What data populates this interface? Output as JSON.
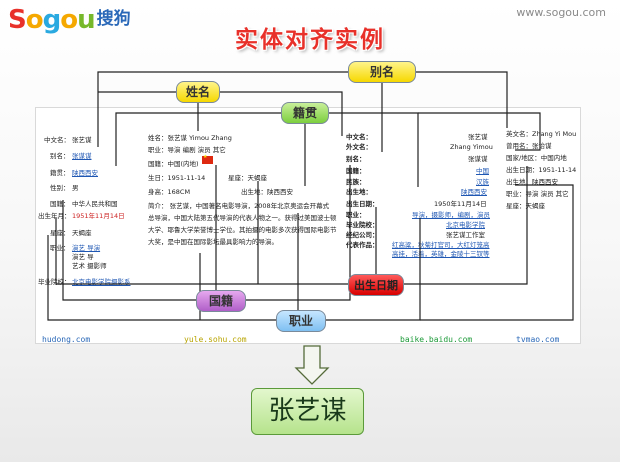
{
  "header": {
    "logo_text": "Sogou",
    "logo_cn": "搜狗",
    "url": "www.sogou.com",
    "title": "实体对齐实例"
  },
  "tags": {
    "bieming": "别名",
    "xingming": "姓名",
    "jiguan": "籍贯",
    "chusheng": "出生日期",
    "guoji": "国籍",
    "zhiye": "职业"
  },
  "sites": {
    "hudong": "hudong.com",
    "sohu": "yule.sohu.com",
    "baidu": "baike.baidu.com",
    "mtime": "tvmao.com"
  },
  "col1": {
    "rows": [
      {
        "k": "中文名：",
        "v": "张艺谋"
      },
      {
        "k": "别名：",
        "v": "张谋谋"
      },
      {
        "k": "籍贯：",
        "v": "陕西西安"
      },
      {
        "k": "性别：",
        "v": "男"
      },
      {
        "k": "国籍：",
        "v": "中华人民共和国"
      },
      {
        "k": "出生年月：",
        "v": "1951年11月14日"
      },
      {
        "k": "星座：",
        "v": "天蝎座"
      },
      {
        "k": "职业：",
        "v": "演艺 导演"
      },
      {
        "k": "",
        "v": "演艺 导"
      },
      {
        "k": "",
        "v": "艺术 摄影师"
      },
      {
        "k": "毕业院校：",
        "v": "北京电影学院摄影系"
      }
    ]
  },
  "col2": {
    "name_line": "姓名：张艺谋 Yimou Zhang",
    "job_line": "职业：导演  编剧  演员  其它",
    "country": "国籍：中国(内地)",
    "birth": "生日：1951-11-14",
    "star": "星座：天蝎座",
    "height": "身高：168CM",
    "place": "出生地：陕西西安",
    "intro": [
      "简介：     张艺谋，中国著名电影导演，2008年北京奥运会开幕式",
      "总导演，中国大陆第五代导演的代表人物之一。获得过美国波士顿",
      "大学、耶鲁大学荣誉博士学位。其拍摄的电影多次获得国际电影节",
      "大奖，是中国在国际影坛最具影响力的导演。"
    ]
  },
  "col3": {
    "rows": [
      {
        "k": "中文名：",
        "v": "张艺谋"
      },
      {
        "k": "外文名：",
        "v": "Zhang Yimou"
      },
      {
        "k": "别名：",
        "v": "张谋谋"
      },
      {
        "k": "国籍：",
        "v": "中国"
      },
      {
        "k": "民族：",
        "v": "汉族"
      },
      {
        "k": "出生地：",
        "v": "陕西西安"
      },
      {
        "k": "出生日期：",
        "v": "1950年11月14日"
      },
      {
        "k": "职业：",
        "v": "导演，摄影师，编剧，演员"
      },
      {
        "k": "毕业院校：",
        "v": "北京电影学院"
      },
      {
        "k": "经纪公司：",
        "v": "张艺谋工作室"
      },
      {
        "k": "代表作品：",
        "v": "红高粱，秋菊打官司，大红灯笼高"
      },
      {
        "k": "",
        "v": "高挂，活着，英雄，金陵十三钗等"
      }
    ]
  },
  "col4": {
    "rows": [
      "英文名：Zhang Yi Mou",
      "曾用名：张诒谋",
      "国家/地区：中国内地",
      "出生日期：1951-11-14",
      "出生地：陕西西安",
      "职业：导演 演员 其它",
      "星座：天蝎座"
    ]
  },
  "result": "张艺谋"
}
